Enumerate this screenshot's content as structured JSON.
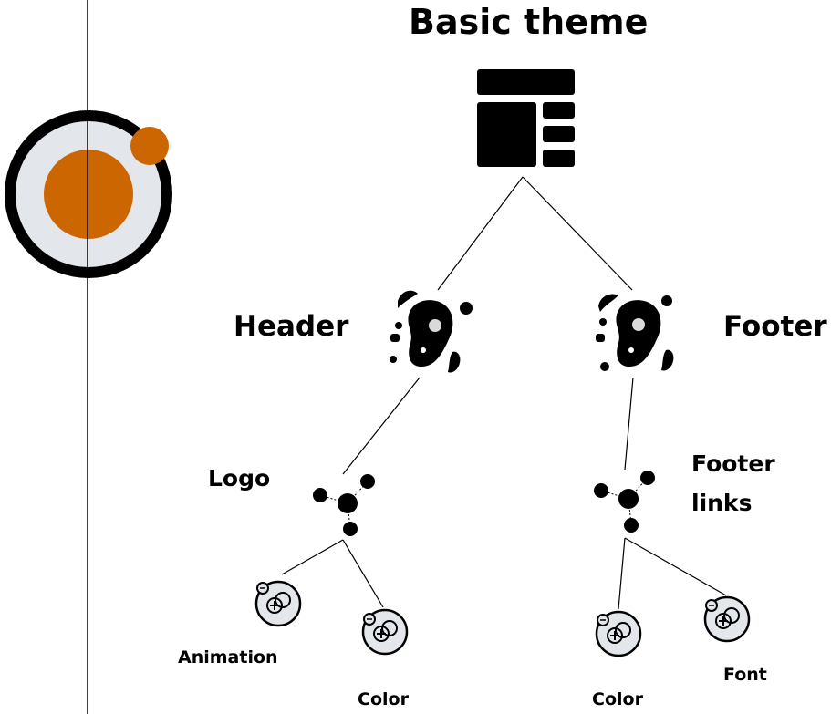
{
  "title": "Basic theme",
  "nodes": {
    "header": "Header",
    "footer": "Footer",
    "logo": "Logo",
    "footer_links_line1": "Footer",
    "footer_links_line2": "links",
    "animation": "Animation",
    "color_left": "Color",
    "color_right": "Color",
    "font": "Font"
  },
  "colors": {
    "accent": "#cc6600",
    "leaf_fill": "#e3e6ea",
    "ring": "#000000"
  },
  "icons": {
    "root": "layout-grid-icon",
    "branch": "blob-splash-icon",
    "group": "molecule-icon",
    "leaf": "atom-leaf-icon"
  }
}
